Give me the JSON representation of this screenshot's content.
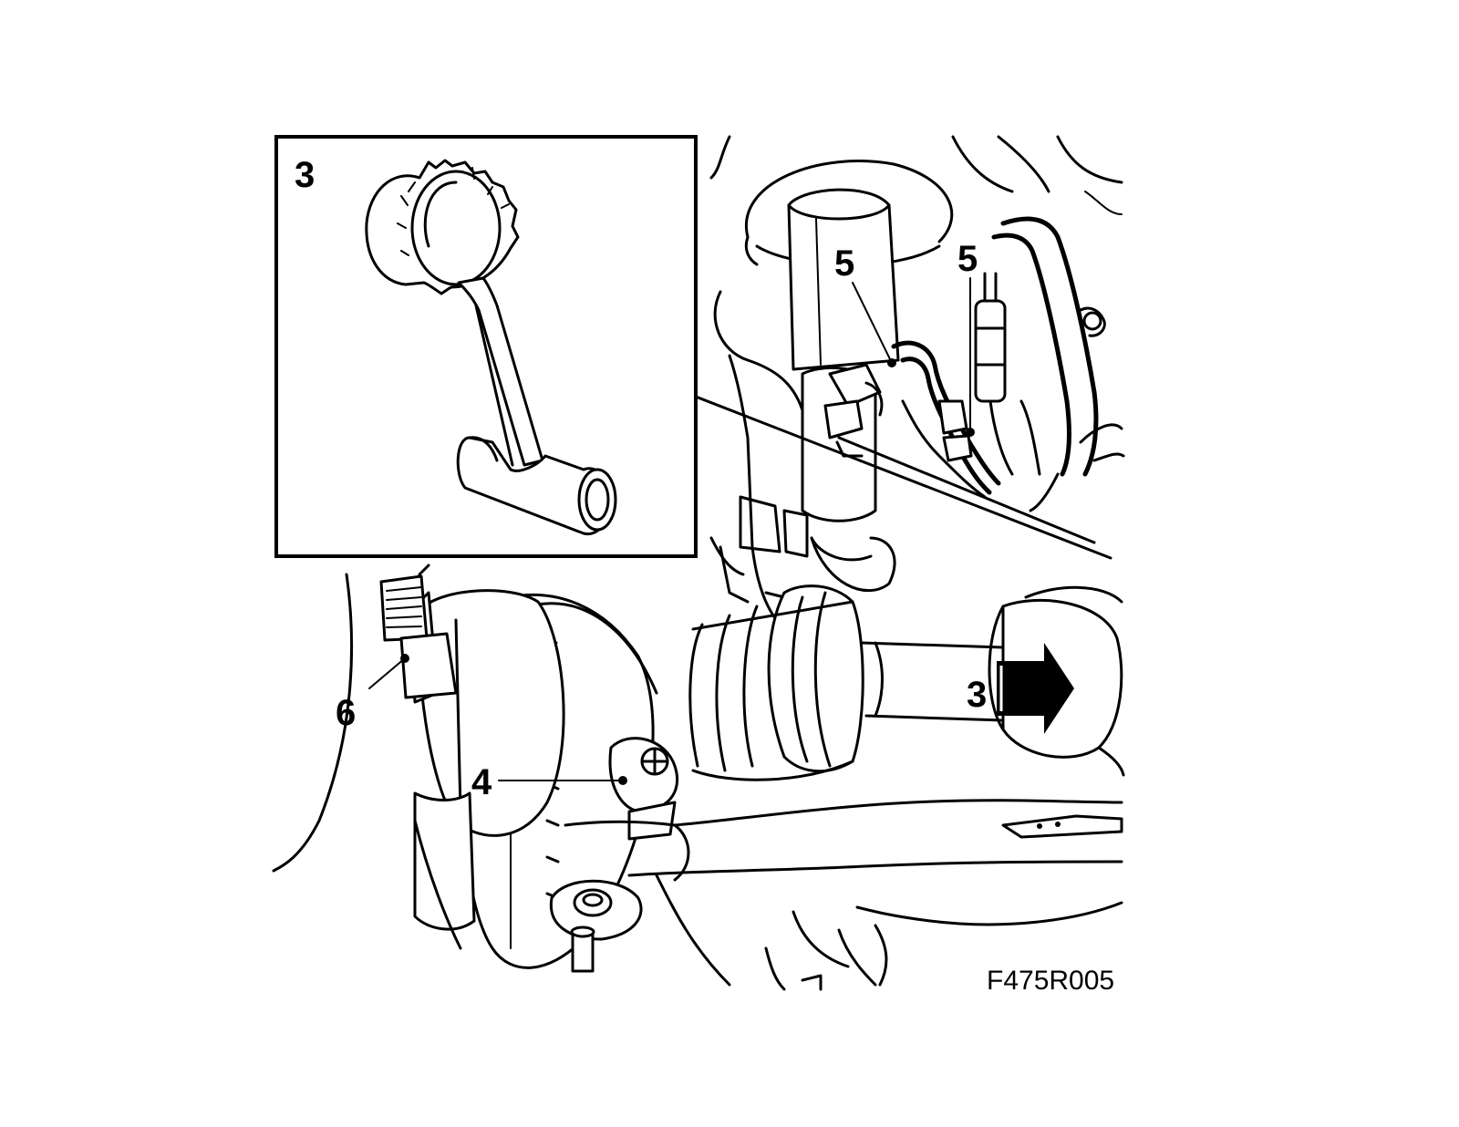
{
  "inset": {
    "label": "3"
  },
  "callouts": {
    "c5a": "5",
    "c5b": "5",
    "c3": "3",
    "c6": "6",
    "c4": "4"
  },
  "figure_code": "F475R005",
  "colors": {
    "line": "#000000",
    "background": "#ffffff"
  }
}
